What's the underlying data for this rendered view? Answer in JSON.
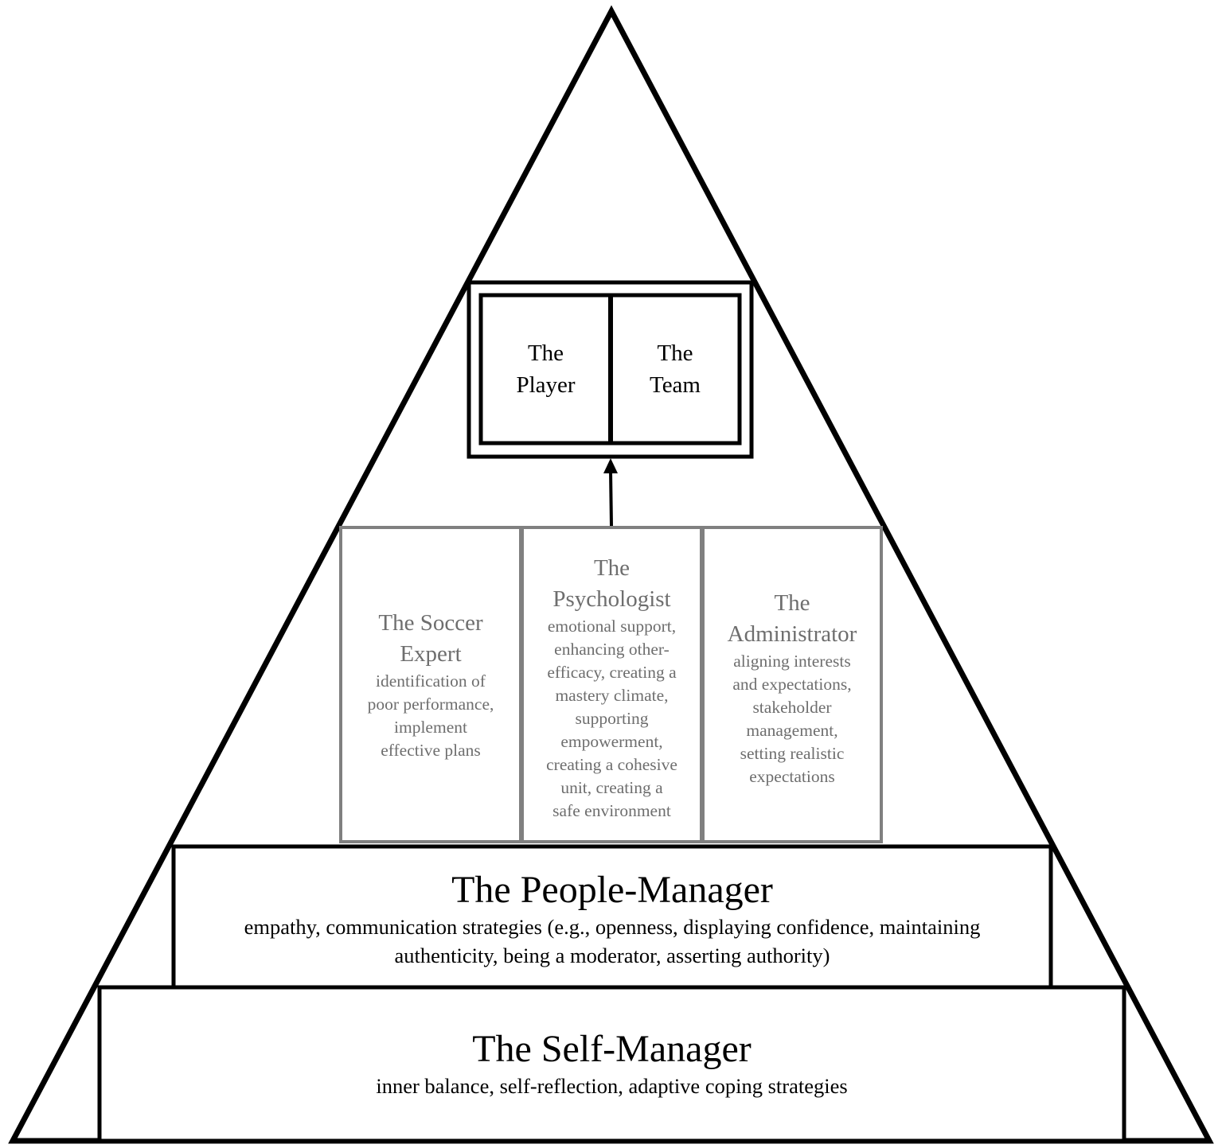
{
  "target": {
    "player": "The\nPlayer",
    "team": "The\nTeam"
  },
  "roles": [
    {
      "title": "The Soccer\nExpert",
      "description": "identification of\npoor performance,\nimplement\neffective plans"
    },
    {
      "title": "The\nPsychologist",
      "description": "emotional support,\nenhancing other-\nefficacy, creating a\nmastery climate,\nsupporting\nempowerment,\ncreating a cohesive\nunit, creating a\nsafe environment"
    },
    {
      "title": "The\nAdministrator",
      "description": "aligning interests\nand expectations,\nstakeholder\nmanagement,\nsetting realistic\nexpectations"
    }
  ],
  "people_manager": {
    "title": "The People-Manager",
    "description": "empathy, communication strategies (e.g., openness, displaying confidence, maintaining\nauthenticity, being a moderator, asserting authority)"
  },
  "self_manager": {
    "title": "The Self-Manager",
    "description": "inner balance, self-reflection, adaptive coping strategies"
  },
  "colors": {
    "line": "#000000",
    "role_border": "#808080",
    "role_text": "#6e6e6e"
  }
}
